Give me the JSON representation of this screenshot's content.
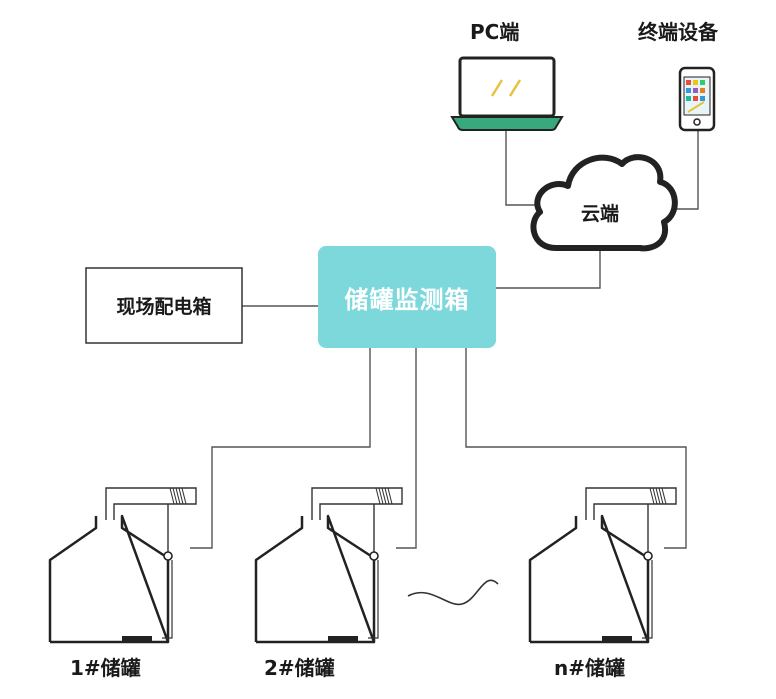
{
  "nodes": {
    "pc": {
      "label": "PC端"
    },
    "terminal": {
      "label": "终端设备"
    },
    "cloud": {
      "label": "云端"
    },
    "hub": {
      "label": "储罐监测箱"
    },
    "power_box": {
      "label": "现场配电箱"
    }
  },
  "tanks": [
    {
      "label": "1#储罐"
    },
    {
      "label": "2#储罐"
    },
    {
      "label": "n#储罐"
    }
  ],
  "colors": {
    "hub_fill": "#7dd8dc",
    "line": "#555555",
    "laptop_base": "#3aa87d",
    "screen_accent": "#e8c23a"
  }
}
